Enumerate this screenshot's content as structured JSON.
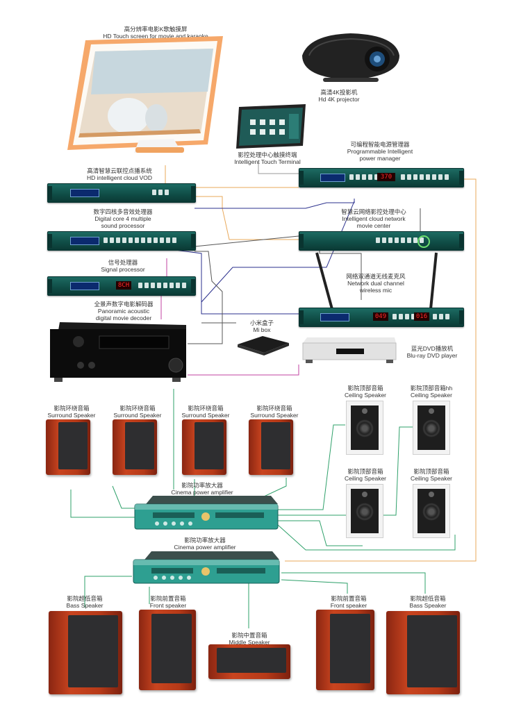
{
  "devices": {
    "touchscreen": {
      "zh": "高分辨率电影K歌触摸屏",
      "en": "HD Touch screen for movie and karaoke"
    },
    "projector": {
      "zh": "高清4K投影机",
      "en": "Hd 4K projector"
    },
    "touch_terminal": {
      "zh": "影控处理中心触摸终端",
      "en": "Intelligent Touch Terminal"
    },
    "power_manager": {
      "zh": "可编程智能电源管理器",
      "en1": "Programmable Intelligent",
      "en2": "power manager",
      "display": "370"
    },
    "vod": {
      "zh": "高清智慧云联控点播系统",
      "en": "HD intelligent cloud VOD"
    },
    "sound_processor": {
      "zh": "数字四核多音效处理器",
      "en1": "Digital core 4 multiple",
      "en2": "sound processor"
    },
    "movie_center": {
      "zh": "智慧云网络影控处理中心",
      "en1": "Intelligent cloud network",
      "en2": "movie center"
    },
    "signal_processor": {
      "zh": "信号处理器",
      "en": "Signal processor",
      "display": "8CH"
    },
    "wireless_mic": {
      "zh": "网络双通道无线麦克风",
      "en1": "Network dual channel",
      "en2": "wireless mic",
      "display_a": "049",
      "display_b": "016"
    },
    "decoder": {
      "zh": "全景声数字电影解码器",
      "en1": "Panoramic acoustic",
      "en2": "digital movie decoder"
    },
    "mibox": {
      "zh": "小米盒子",
      "en": "Mi box"
    },
    "dvd": {
      "zh": "蓝光DVD播放机",
      "en": "Blu-ray DVD player"
    }
  },
  "speakers": {
    "surround": [
      {
        "zh": "影院环绕音箱",
        "en": "Surround Speaker"
      },
      {
        "zh": "影院环绕音箱",
        "en": "Surround Speaker"
      },
      {
        "zh": "影院环绕音箱",
        "en": "Surround Speaker"
      },
      {
        "zh": "影院环绕音箱",
        "en": "Surround Speaker"
      }
    ],
    "ceiling": [
      {
        "zh": "影院顶部音箱",
        "en": "Ceiling Speaker"
      },
      {
        "zh": "影院顶部音箱hh",
        "en": "Ceiling Speaker"
      },
      {
        "zh": "影院顶部音箱",
        "en": "Ceiling Speaker"
      },
      {
        "zh": "影院顶部音箱",
        "en": "Ceiling Speaker"
      }
    ],
    "amp1": {
      "zh": "影院功率放大器",
      "en": "Cinema power amplifier"
    },
    "amp2": {
      "zh": "影院功率放大器",
      "en": "Cinema power amplifier"
    },
    "bass_left": {
      "zh": "影院超低音箱",
      "en": "Bass Speaker"
    },
    "front_left": {
      "zh": "影院前置音箱",
      "en": "Front speaker"
    },
    "middle": {
      "zh": "影院中置音箱",
      "en": "Middle Speaker"
    },
    "front_right": {
      "zh": "影院前置音箱",
      "en": "Front speaker"
    },
    "bass_right": {
      "zh": "影院超低音箱",
      "en": "Bass Speaker"
    }
  },
  "colors": {
    "rack": "#0f4c45",
    "speaker": "#b63a18",
    "wire_orange": "#e8a85a",
    "wire_blue": "#2a2f8c",
    "wire_green": "#2ea06a",
    "wire_pink": "#c040a0"
  }
}
